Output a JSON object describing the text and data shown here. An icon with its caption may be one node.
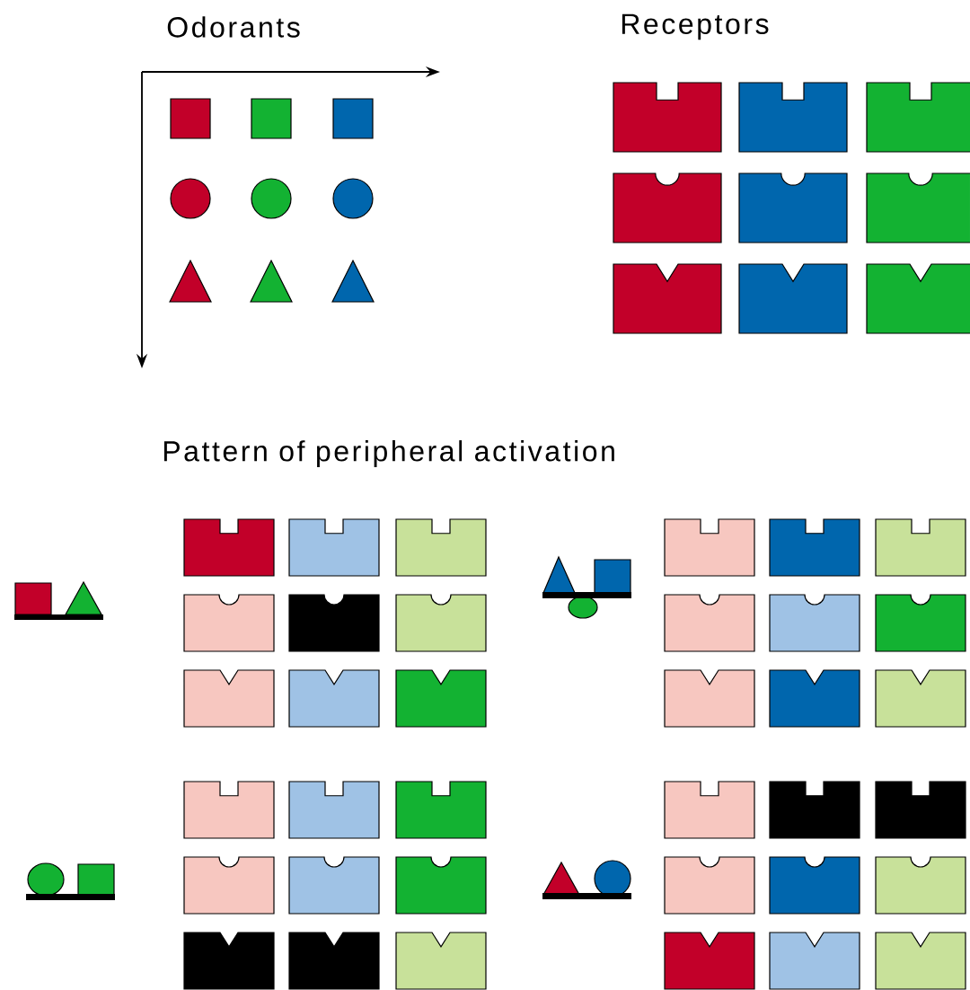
{
  "diagram": {
    "labels": [
      "Odorants",
      "Receptors",
      "Pattern of peripheral activation"
    ]
  }
}
